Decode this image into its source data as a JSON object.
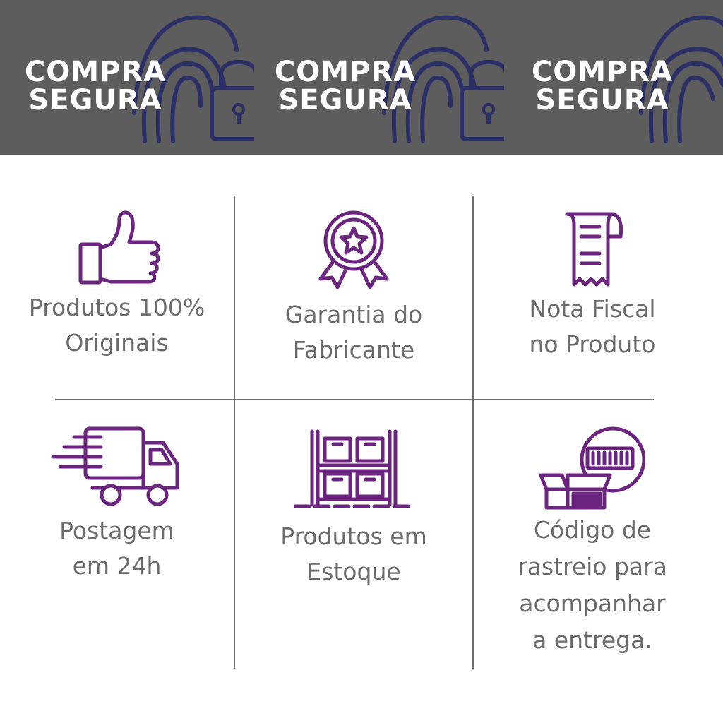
{
  "banner": {
    "badges": [
      {
        "line1": "COMPRA",
        "line2": "SEGURA"
      },
      {
        "line1": "COMPRA",
        "line2": "SEGURA"
      },
      {
        "line1": "COMPRA",
        "line2": "SEGURA"
      }
    ],
    "background_color": "#5d5d5d",
    "icon_color": "#2b2f66"
  },
  "features": [
    {
      "icon": "thumbs-up-icon",
      "line1": "Produtos 100%",
      "line2": "Originais"
    },
    {
      "icon": "award-ribbon-icon",
      "line1": "Garantia do",
      "line2": "Fabricante"
    },
    {
      "icon": "receipt-icon",
      "line1": "Nota Fiscal",
      "line2": "no Produto"
    },
    {
      "icon": "delivery-truck-icon",
      "line1": "Postagem",
      "line2": "em 24h"
    },
    {
      "icon": "warehouse-shelf-icon",
      "line1": "Produtos em",
      "line2": "Estoque"
    },
    {
      "icon": "package-barcode-icon",
      "line1": "Código de",
      "line2": "rastreio para",
      "line3": "acompanhar",
      "line4": "a entrega."
    }
  ],
  "accent_color": "#6b2580",
  "text_color": "#6b6b6b"
}
